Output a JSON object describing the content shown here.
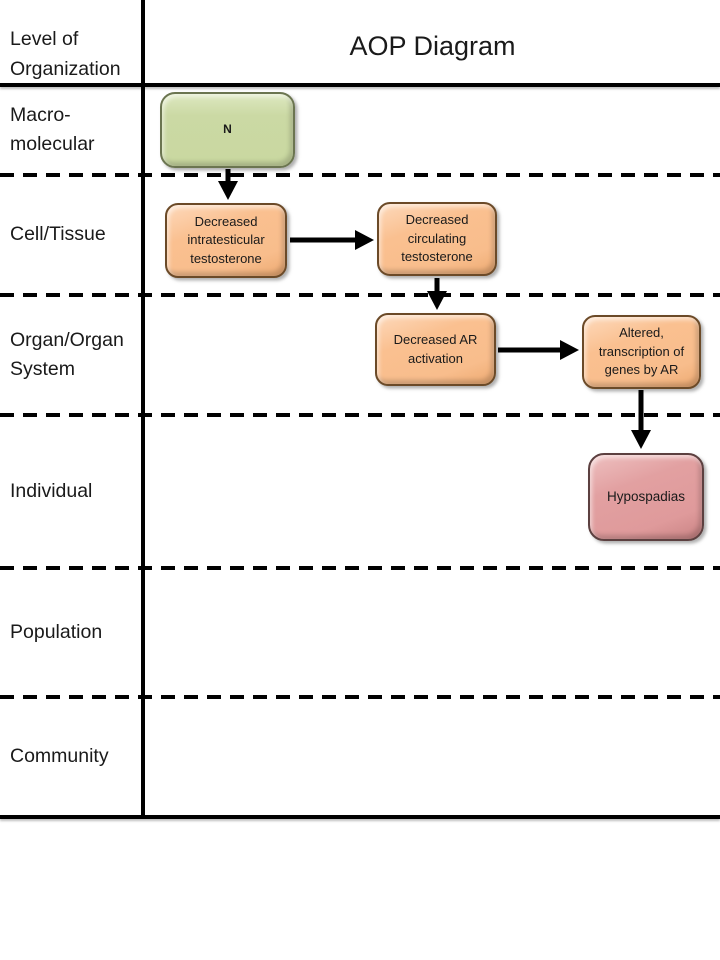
{
  "table": {
    "corner_header": "Level of Organization",
    "title": "AOP Diagram",
    "rows": [
      {
        "label": "Macro-molecular"
      },
      {
        "label": "Cell/Tissue"
      },
      {
        "label": "Organ/Organ System"
      },
      {
        "label": "Individual"
      },
      {
        "label": "Population"
      },
      {
        "label": "Community"
      }
    ]
  },
  "diagram": {
    "nodes": [
      {
        "label": "N",
        "type": "green",
        "row": "Macro-molecular"
      },
      {
        "label": "Decreased intratesticular testosterone",
        "type": "orange",
        "row": "Cell/Tissue"
      },
      {
        "label": "Decreased circulating testosterone",
        "type": "orange",
        "row": "Cell/Tissue"
      },
      {
        "label": "Decreased AR activation",
        "type": "orange",
        "row": "Organ/Organ System"
      },
      {
        "label": "Altered, transcription of genes by AR",
        "type": "orange",
        "row": "Organ/Organ System"
      },
      {
        "label": "Hypospadias",
        "type": "pink",
        "row": "Individual"
      }
    ],
    "edges": [
      {
        "from": "N",
        "to": "Decreased intratesticular testosterone"
      },
      {
        "from": "Decreased intratesticular testosterone",
        "to": "Decreased circulating testosterone"
      },
      {
        "from": "Decreased circulating testosterone",
        "to": "Decreased AR activation"
      },
      {
        "from": "Decreased AR activation",
        "to": "Altered, transcription of genes by AR"
      },
      {
        "from": "Altered, transcription of genes by AR",
        "to": "Hypospadias"
      }
    ],
    "colors": {
      "green_fill": "#c9d8a0",
      "green_border": "#6b7550",
      "orange_fill": "#fac090",
      "orange_border": "#6b4a28",
      "pink_fill": "#df9a9b",
      "pink_border": "#5c4040",
      "line_color": "#000000"
    }
  }
}
